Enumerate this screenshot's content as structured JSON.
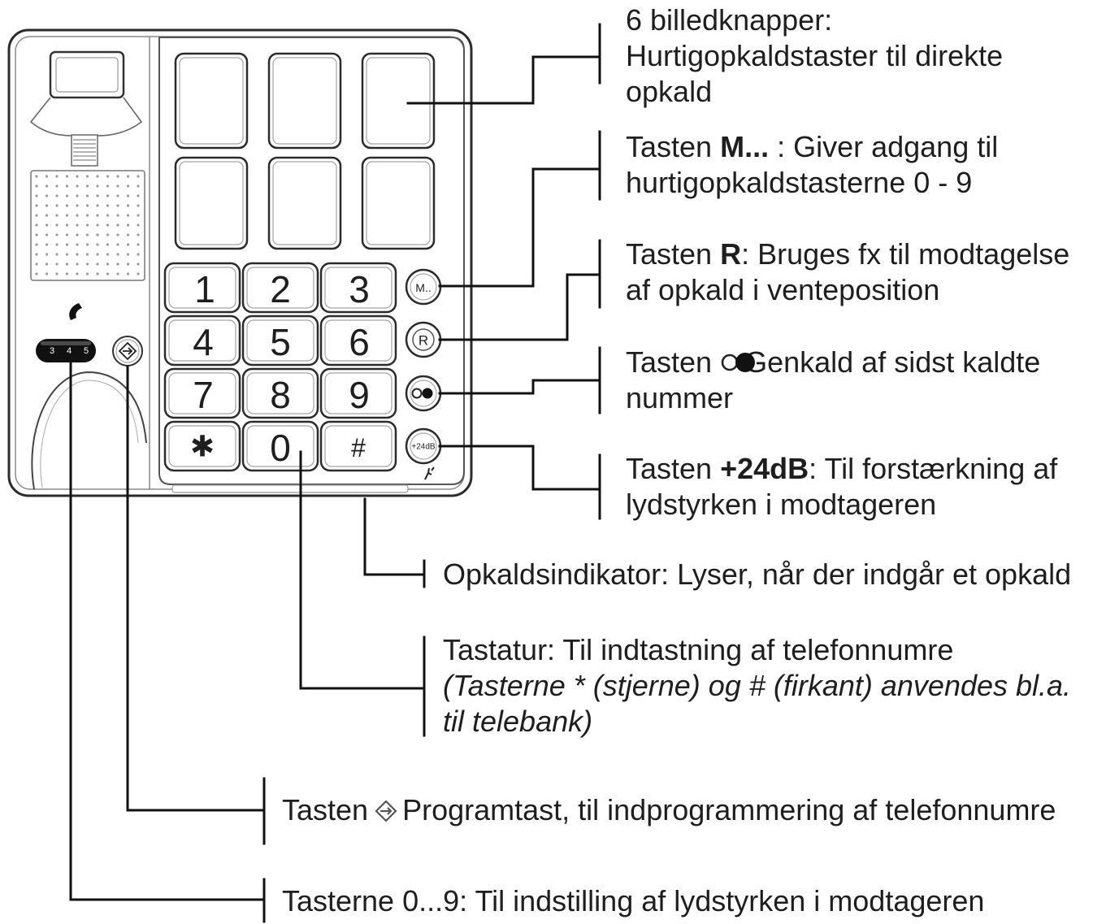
{
  "phone": {
    "keys": [
      "1",
      "2",
      "3",
      "4",
      "5",
      "6",
      "7",
      "8",
      "9",
      "✱",
      "0",
      "#"
    ],
    "side_buttons": {
      "memory": "M..",
      "recall": "R",
      "amplify": "+24dB"
    },
    "volume_levels": [
      "3",
      "4",
      "5"
    ]
  },
  "icons": {
    "redial": "redial-icon",
    "program": "program-diamond-icon",
    "hook": "handset-icon",
    "ring": "ring-indicator-icon"
  },
  "colors": {
    "ink": "#1e1e1e",
    "outline": "#2b2b2b",
    "slider": "#111111"
  },
  "annotations": {
    "photo_keys": {
      "line1": "6 billedknapper:",
      "line2": "Hurtigopkaldstaster til direkte",
      "line3": "opkald"
    },
    "memory_key": {
      "prefix": "Tasten ",
      "key": "M...",
      "suffix": " : Giver adgang til",
      "line2": "hurtigopkaldstasterne 0 - 9"
    },
    "r_key": {
      "prefix": "Tasten ",
      "key": "R",
      "suffix": ": Bruges fx til modtagelse",
      "line2": "af opkald i venteposition"
    },
    "redial_key": {
      "prefix": "Tasten ",
      "suffix": "Genkald af sidst kaldte",
      "line2": "nummer"
    },
    "amplify_key": {
      "prefix": "Tasten ",
      "key": "+24dB",
      "suffix": ": Til forstærkning af",
      "line2": "lydstyrken i modtageren"
    },
    "indicator": {
      "line1": "Opkaldsindikator: Lyser, når der indgår et opkald"
    },
    "keypad": {
      "line1": "Tastatur: Til indtastning af telefonnumre",
      "line2": "(Tasterne * (stjerne) og # (firkant) anvendes bl.a.",
      "line3": "til telebank)"
    },
    "program_key": {
      "prefix": "Tasten",
      "suffix": "Programtast, til indprogrammering af telefonnumre"
    },
    "volume_keys": {
      "line1": "Tasterne 0...9: Til indstilling af lydstyrken i modtageren"
    }
  }
}
